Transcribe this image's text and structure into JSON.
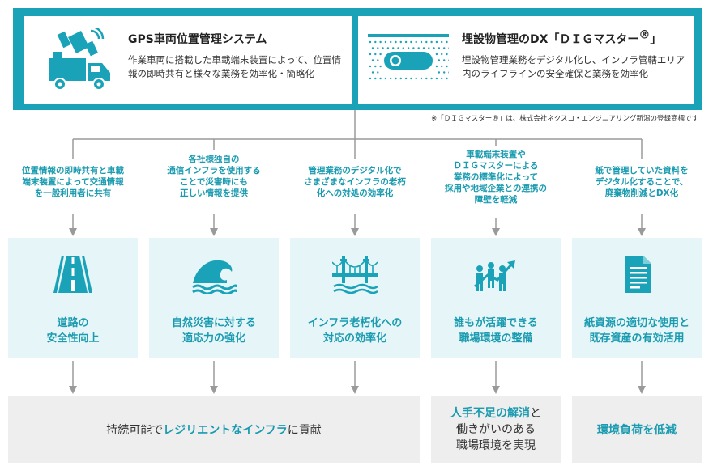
{
  "gps_system": {
    "title": "GPS車両位置管理システム",
    "description": "作業車両に搭載した車載端末装置によって、位置情報の即時共有と様々な業務を効率化・簡略化",
    "icon": "truck-satellite-icon"
  },
  "dig_system": {
    "title": "埋設物管理のDX「ＤＩＧマスター",
    "title_mark": "®",
    "title_end": "」",
    "description": "埋設物管理業務をデジタル化し、インフラ管轄エリア内のライフラインの安全確保と業務を効率化",
    "icon": "buried-pipe-icon"
  },
  "footnote": "※「ＤＩＧマスター®」は、株式会社ネクスコ・エンジニアリング新潟の登録商標です",
  "columns": [
    {
      "cause": "位置情報の即時共有と車載\n端末装置によって交通情報\nを一般利用者に共有",
      "impact": "道路の\n安全性向上",
      "icon": "road-icon"
    },
    {
      "cause": "各社様独自の\n通信インフラを使用する\nことで災害時にも\n正しい情報を提供",
      "impact": "自然災害に対する\n適応力の強化",
      "icon": "wave-icon"
    },
    {
      "cause": "管理業務のデジタル化で\nさまざまなインフラの老朽\n化への対処の効率化",
      "impact": "インフラ老朽化への\n対応の効率化",
      "icon": "bridge-icon"
    },
    {
      "cause": "車載端末装置や\nＤＩＧマスターによる\n業務の標準化によって\n採用や地域企業との連携の\n障壁を軽減",
      "impact": "誰もが活躍できる\n職場環境の整備",
      "icon": "people-growth-icon"
    },
    {
      "cause": "紙で管理していた資料を\nデジタル化することで、\n廃棄物削減とDX化",
      "impact": "紙資源の適切な使用と\n既存資産の有効活用",
      "icon": "document-icon"
    }
  ],
  "outcomes": {
    "resilient": {
      "prefix": "持続可能で",
      "highlight": "レジリエントなインフラ",
      "suffix": "に貢献"
    },
    "workforce": {
      "highlight": "人手不足の解消",
      "line1_suffix": "と",
      "line2": "働きがいのある",
      "line3": "職場環境を実現"
    },
    "environment": {
      "highlight": "環境負荷を低減"
    }
  },
  "colors": {
    "accent": "#1aa3b8",
    "text_accent": "#1a9bb0",
    "impact_bg": "#e6f5f8",
    "outcome_bg": "#eeeeee",
    "connector": "#9a9a9a"
  }
}
